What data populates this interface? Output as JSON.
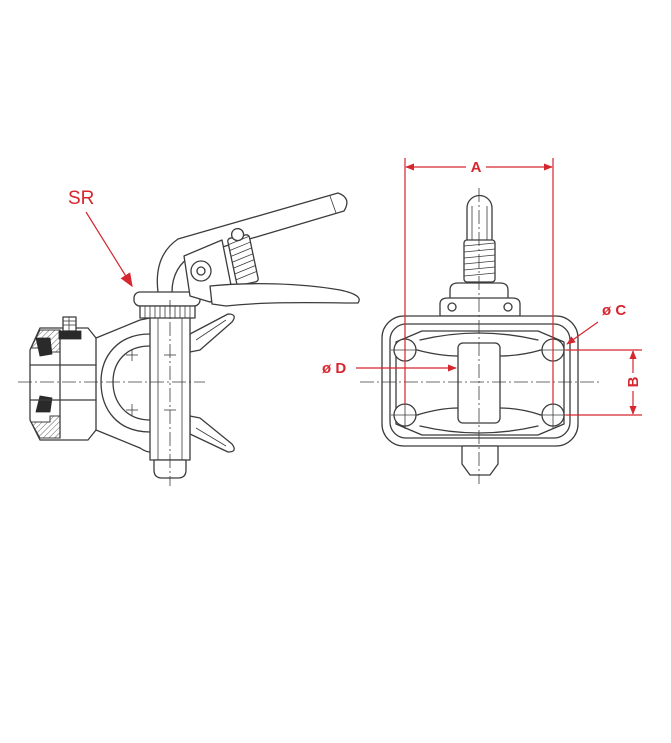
{
  "labels": {
    "sr": "SR",
    "a": "A",
    "c": "ø C",
    "d": "ø D",
    "b": "B"
  },
  "colors": {
    "annotation": "#d6262e",
    "line": "#3c3c3c",
    "background": "#ffffff"
  }
}
